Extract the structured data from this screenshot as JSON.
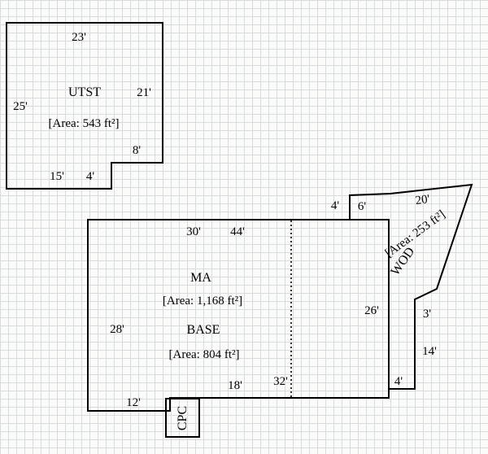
{
  "colors": {
    "outline": "#000000",
    "grid": "#d9dcdd",
    "background": "#fbfbfa"
  },
  "drawing": {
    "utst": {
      "name": "UTST",
      "area": "[Area: 543 ft²]",
      "dim_top": "23'",
      "dim_right": "21'",
      "dim_left": "25'",
      "dim_notch_w": "8'",
      "dim_bottom": "15'",
      "dim_notch_h": "4'"
    },
    "ma": {
      "name": "MA",
      "area": "[Area: 1,168 ft²]",
      "dim_top_left": "30'",
      "dim_top": "44'",
      "dim_left": "28'",
      "dim_right": "26'",
      "dim_bottom_inner": "18'",
      "dim_bottom": "32'",
      "dim_bump": "12'"
    },
    "base": {
      "name": "BASE",
      "area": "[Area: 804 ft²]"
    },
    "cpc": {
      "name": "CPC"
    },
    "wod": {
      "name": "WOD",
      "area": "[Area: 253 ft²]",
      "dim_left_v": "4'",
      "dim_top_h": "6'",
      "dim_top_slant": "20'",
      "dim_jog": "3'",
      "dim_right_v": "14'",
      "dim_bottom_h": "4'"
    }
  }
}
